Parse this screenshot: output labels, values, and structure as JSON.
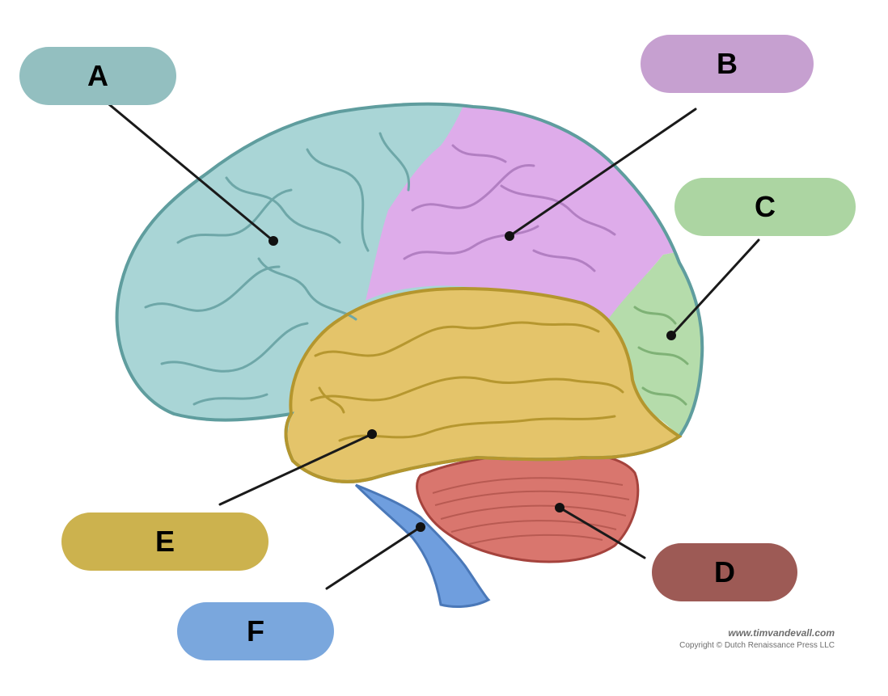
{
  "labels": {
    "a": {
      "text": "A",
      "color": "#93bfc0"
    },
    "b": {
      "text": "B",
      "color": "#c6a0d0"
    },
    "c": {
      "text": "C",
      "color": "#acd5a2"
    },
    "d": {
      "text": "D",
      "color": "#9d5a55"
    },
    "e": {
      "text": "E",
      "color": "#ccb24e"
    },
    "f": {
      "text": "F",
      "color": "#7aa7dd"
    }
  },
  "regions": {
    "frontal": "#a9d5d6",
    "parietal": "#deacea",
    "occipital": "#b5dcab",
    "temporal": "#e4c46a",
    "cerebellum": "#d9766e",
    "brainstem": "#6f9ede"
  },
  "credit": {
    "url": "www.timvandevall.com",
    "copyright": "Copyright © Dutch Renaissance Press LLC"
  }
}
